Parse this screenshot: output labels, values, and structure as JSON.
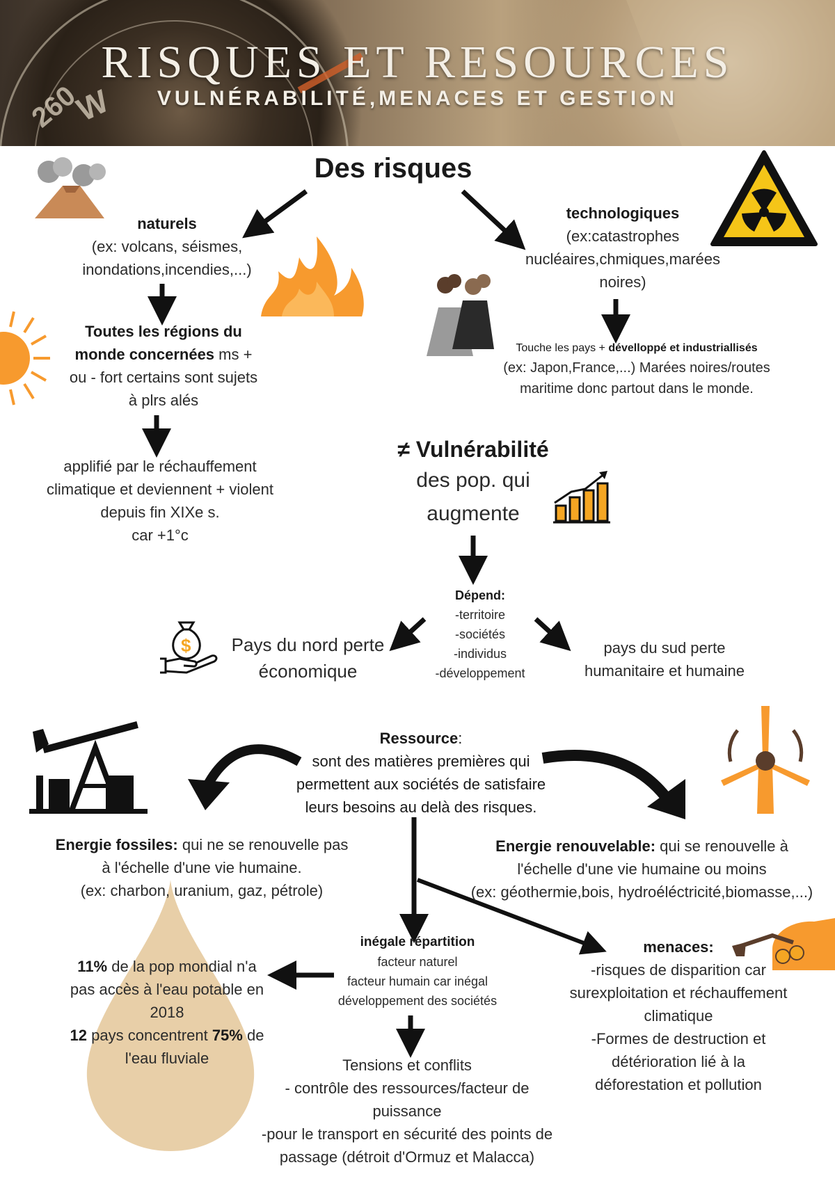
{
  "header": {
    "title": "RISQUES ET RESOURCES",
    "subtitle": "VULNÉRABILITÉ,MENACES ET GESTION"
  },
  "risks": {
    "heading": "Des risques",
    "natural": {
      "title": "naturels",
      "examples_line1": "(ex: volcans, séismes,",
      "examples_line2": "inondations,incendies,...)",
      "regions_bold_line1": "Toutes les régions du",
      "regions_bold_line2": "monde concernées",
      "regions_rest_line2": " ms +",
      "regions_line3": "ou - fort certains sont sujets",
      "regions_line4": "à plrs alés",
      "amplified_line1": "applifié par le réchauffement",
      "amplified_line2": "climatique et deviennent + violent",
      "amplified_line3": "depuis fin XIXe s.",
      "amplified_line4": "car +1°c"
    },
    "technological": {
      "title": "technologiques",
      "examples_line1": "(ex:catastrophes",
      "examples_line2": "nucléaires,chmiques,marées",
      "examples_line3": "noires)",
      "touch_prefix": "Touche  les pays + ",
      "touch_bold": "dévelloppé et industriallisés",
      "touch_line2": "(ex: Japon,France,...) Marées noires/routes",
      "touch_line3": "maritime donc partout dans le monde."
    }
  },
  "vulnerability": {
    "heading": "≠ Vulnérabilité",
    "line2": "des pop. qui",
    "line3": "augmente",
    "depends_title": "Dépend:",
    "factors": [
      "-territoire",
      "-sociétés",
      "-individus",
      "-développement"
    ],
    "north_line1": "Pays du nord perte",
    "north_line2": "économique",
    "south_line1": "pays du sud perte",
    "south_line2": "humanitaire et humaine"
  },
  "resource": {
    "title": "Ressource",
    "colon": ":",
    "line1": "sont des matières premières qui",
    "line2": "permettent aux sociétés de satisfaire",
    "line3": "leurs besoins au delà des risques.",
    "fossil": {
      "title": "Energie fossiles:",
      "text_line1": " qui ne se renouvelle pas",
      "text_line2": "à l'échelle d'une vie humaine.",
      "text_line3": "(ex: charbon, uranium, gaz, pétrole)"
    },
    "renewable": {
      "title": "Energie renouvelable:",
      "text_line1": " qui se renouvelle à",
      "text_line2": "l'échelle d'une vie humaine ou moins",
      "text_line3": "(ex: géothermie,bois, hydroéléctricité,biomasse,...)"
    }
  },
  "water": {
    "pct": "11%",
    "line1_rest": " de la pop mondial n'a",
    "line2": "pas accès à l'eau potable en",
    "line3": "2018",
    "count": "12",
    "line4_mid": " pays concentrent ",
    "pct2": "75%",
    "line4_end": " de",
    "line5": "l'eau fluviale"
  },
  "distribution": {
    "title": "inégale répartition",
    "line1": "facteur naturel",
    "line2": "facteur humain car inégal",
    "line3": "développement des sociétés",
    "tensions_line1": "Tensions et conflits",
    "tensions_line2": "- contrôle des ressources/facteur de",
    "tensions_line3": "puissance",
    "tensions_line4": "-pour le transport en sécurité des points de",
    "tensions_line5": "passage (détroit d'Ormuz et Malacca)"
  },
  "threats": {
    "title": "menaces:",
    "line1": "-risques de disparition car",
    "line2": "surexploitation et réchauffement",
    "line3": "climatique",
    "line4": "-Formes de destruction et",
    "line5": "détérioration lié à la",
    "line6": "déforestation et pollution"
  },
  "colors": {
    "orange": "#f79a2e",
    "sand": "#e8cfa8",
    "yellow_sign": "#f5c518",
    "dark": "#111111"
  },
  "icons": [
    "volcano-icon",
    "fire-icon",
    "sun-icon",
    "radiation-icon",
    "factory-icon",
    "growth-chart-icon",
    "money-hand-icon",
    "oil-pump-icon",
    "wind-turbine-icon",
    "water-drop-icon",
    "excavator-icon"
  ]
}
